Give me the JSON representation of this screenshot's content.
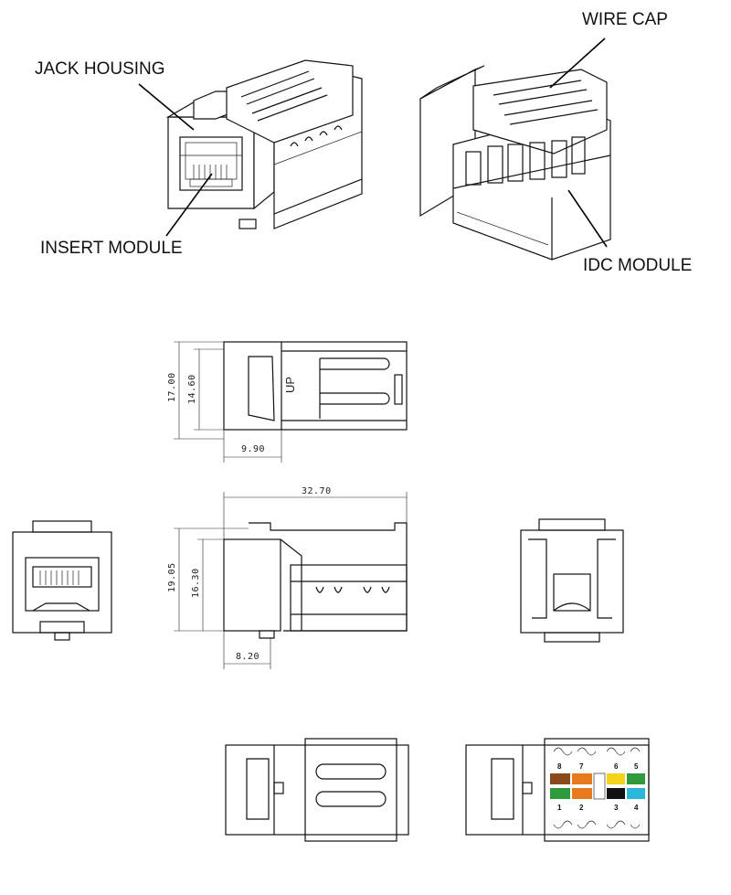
{
  "callouts": {
    "jack_housing": "JACK HOUSING",
    "insert_module": "INSERT MODULE",
    "wire_cap": "WIRE CAP",
    "idc_module": "IDC MODULE"
  },
  "dimensions": {
    "top_height_outer": "17.00",
    "top_height_inner": "14.60",
    "top_width": "9.90",
    "side_length": "32.70",
    "side_height_outer": "19.05",
    "side_height_inner": "16.30",
    "side_width": "8.20"
  },
  "marks": {
    "up_label": "UP"
  },
  "pin_labels": {
    "pin_8": "8",
    "pin_7": "7",
    "pin_6": "6",
    "pin_5": "5",
    "pin_1": "1",
    "pin_2": "2",
    "pin_3": "3",
    "pin_4": "4"
  },
  "colors": {
    "line": "#111111",
    "brown": "#8b4a1c",
    "orange": "#e87a1e",
    "green": "#2e9a3c",
    "blue": "#1f5fb5",
    "yellow": "#f2d21b",
    "black": "#111111",
    "cyan": "#28b7d6"
  }
}
